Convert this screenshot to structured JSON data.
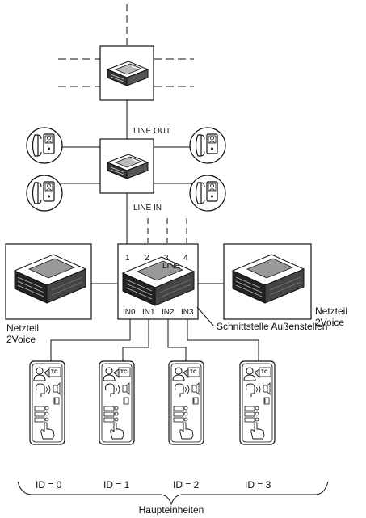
{
  "labels": {
    "line_out": "LINE OUT",
    "line_in": "LINE IN",
    "line": "LINE",
    "line_numbers": [
      "1",
      "2",
      "3",
      "4"
    ],
    "inputs": [
      "IN0",
      "IN1",
      "IN2",
      "IN3"
    ],
    "psu_right": [
      "Netzteil",
      "2Voice"
    ],
    "psu_left": [
      "Netzteil",
      "2Voice"
    ],
    "interface": "Schnittstelle Außenstellen",
    "footer": "Haupteinheiten"
  },
  "panels": [
    {
      "id_label": "ID = 0",
      "badge": "TC"
    },
    {
      "id_label": "ID = 1",
      "badge": "TC"
    },
    {
      "id_label": "ID = 2",
      "badge": "TC"
    },
    {
      "id_label": "ID = 3",
      "badge": "TC"
    }
  ],
  "icons": {
    "top_device": "distribution-module-icon",
    "mid_device": "distribution-module-icon",
    "interface_device": "interface-module-icon",
    "psu": "power-supply-module-icon",
    "handset_video": "video-handset-icon",
    "handset_audio": "audio-handset-icon",
    "outdoor_panel": "outdoor-station-panel-icon"
  }
}
